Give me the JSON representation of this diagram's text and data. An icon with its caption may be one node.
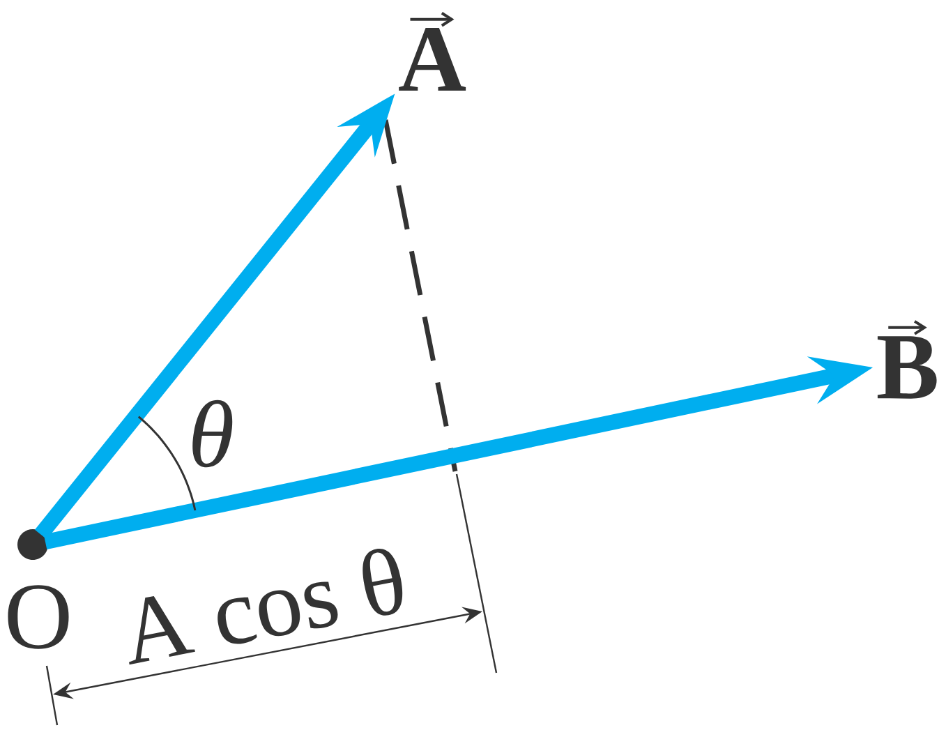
{
  "diagram": {
    "nodes": [
      {
        "text": [],
        "shape": "circle",
        "beside": [
          "O"
        ]
      },
      {
        "text": [
          "A"
        ]
      },
      {
        "text": [
          "B"
        ]
      }
    ],
    "edges": [
      {
        "from": 0,
        "to": 1,
        "arrow": "to",
        "color": "#00aeef"
      },
      {
        "from": 0,
        "to": 2,
        "arrow": "to",
        "color": "#00aeef"
      }
    ],
    "labels": [
      "θ",
      "A cos θ"
    ]
  }
}
